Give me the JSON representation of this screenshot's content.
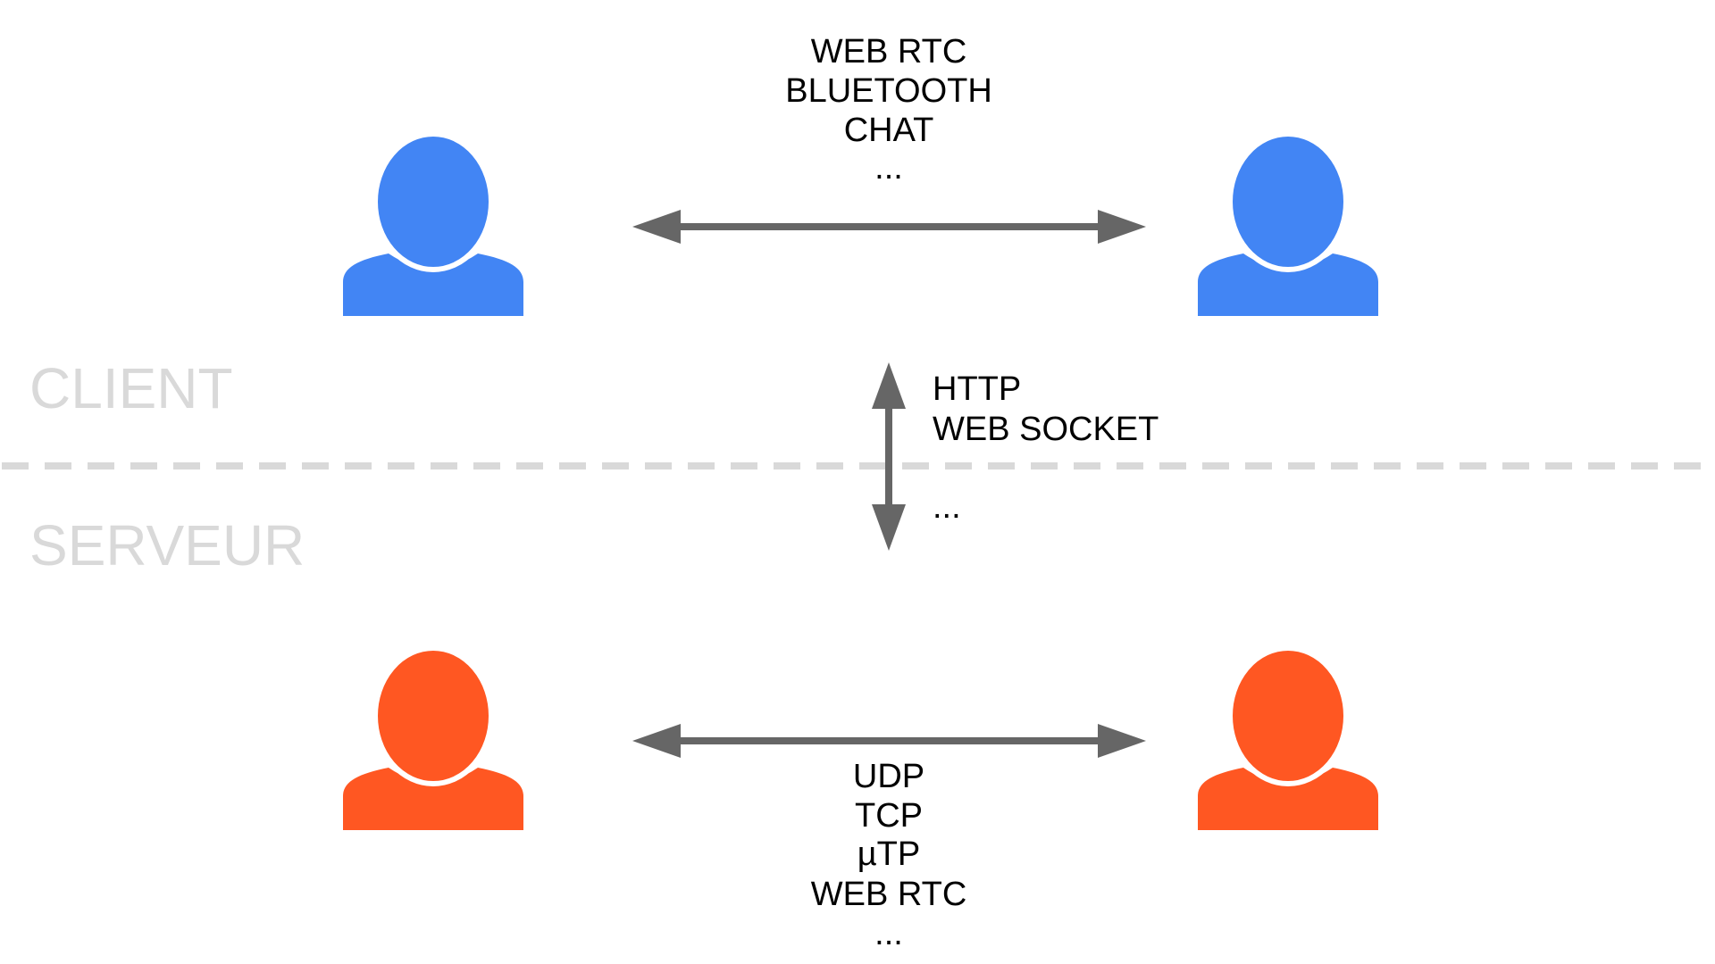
{
  "zones": {
    "client_label": "CLIENT",
    "server_label": "SERVEUR"
  },
  "colors": {
    "client_user": "#4285f4",
    "server_user": "#ff5722",
    "arrow": "#666666",
    "divider": "#d9d9d9",
    "zone_label": "#d9d9d9",
    "text": "#000000"
  },
  "icons": {
    "client_peer_left": "user-icon",
    "client_peer_right": "user-icon",
    "server_peer_left": "user-icon",
    "server_peer_right": "user-icon"
  },
  "protocols": {
    "client_to_client": [
      "WEB RTC",
      "BLUETOOTH",
      "CHAT",
      "..."
    ],
    "client_to_server": [
      "HTTP",
      "WEB SOCKET",
      "..."
    ],
    "server_to_server": [
      "UDP",
      "TCP",
      "µTP",
      "WEB RTC",
      "..."
    ]
  }
}
